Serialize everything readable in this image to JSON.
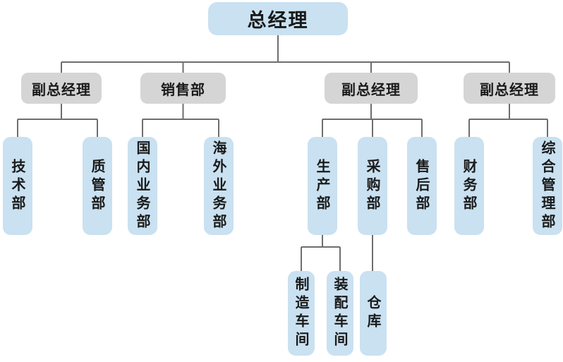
{
  "colors": {
    "node_blue": "#c9e1f1",
    "node_gray": "#d5d5d5",
    "connector_line": "#6e6e6e",
    "text": "#1a1a1a",
    "background": "#ffffff"
  },
  "org": {
    "root": {
      "label": "总经理"
    },
    "branches": [
      {
        "label": "副总经理",
        "children": [
          {
            "label": "技术部"
          },
          {
            "label": "质管部"
          }
        ]
      },
      {
        "label": "销售部",
        "children": [
          {
            "label": "国内业务部"
          },
          {
            "label": "海外业务部"
          }
        ]
      },
      {
        "label": "副总经理",
        "children": [
          {
            "label": "生产部",
            "children": [
              {
                "label": "制造车间"
              },
              {
                "label": "装配车间"
              }
            ]
          },
          {
            "label": "采购部",
            "children": [
              {
                "label": "仓库"
              }
            ]
          },
          {
            "label": "售后部"
          }
        ]
      },
      {
        "label": "副总经理",
        "children": [
          {
            "label": "财务部"
          },
          {
            "label": "综合管理部"
          }
        ]
      }
    ]
  }
}
